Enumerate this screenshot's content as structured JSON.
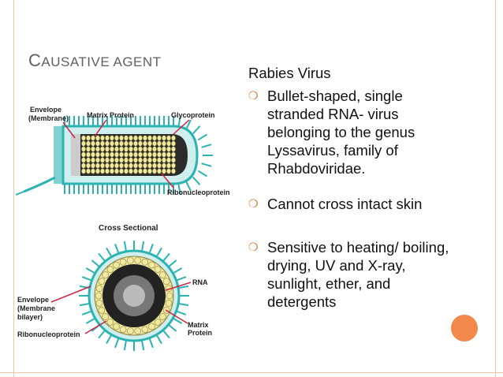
{
  "slide": {
    "title": "Causative agent",
    "title_first": "C",
    "title_rest": "AUSATIVE AGENT",
    "heading": "Rabies Virus",
    "bullets": [
      "Bullet-shaped, single stranded RNA- virus belonging to the genus Lyssavirus, family of Rhabdoviridae.",
      "Cannot cross intact skin",
      "Sensitive to heating/ boiling, drying, UV and X-ray, sunlight, ether, and detergents"
    ],
    "bullet_icon": "circle-bullet-icon"
  },
  "diagram": {
    "top": {
      "envelope_label_1": "Envelope",
      "envelope_label_2": "(Membrane)",
      "matrix_label": "Matrix Protein",
      "glyco_label": "Glycoprotein",
      "ribo_label": "Ribonucleoprotein"
    },
    "bottom": {
      "title": "Cross Sectional",
      "rna_label": "RNA",
      "envelope_label_1": "Envelope",
      "envelope_label_2": "(Membrane",
      "envelope_label_3": "bilayer)",
      "matrix_label_1": "Matrix",
      "matrix_label_2": "Protein",
      "ribo_label": "Ribonucleoprotein"
    }
  },
  "colors": {
    "accent": "#f2884b",
    "teal": "#2bb3b1",
    "yellow": "#f1e9a0",
    "red_line": "#cc2244"
  }
}
